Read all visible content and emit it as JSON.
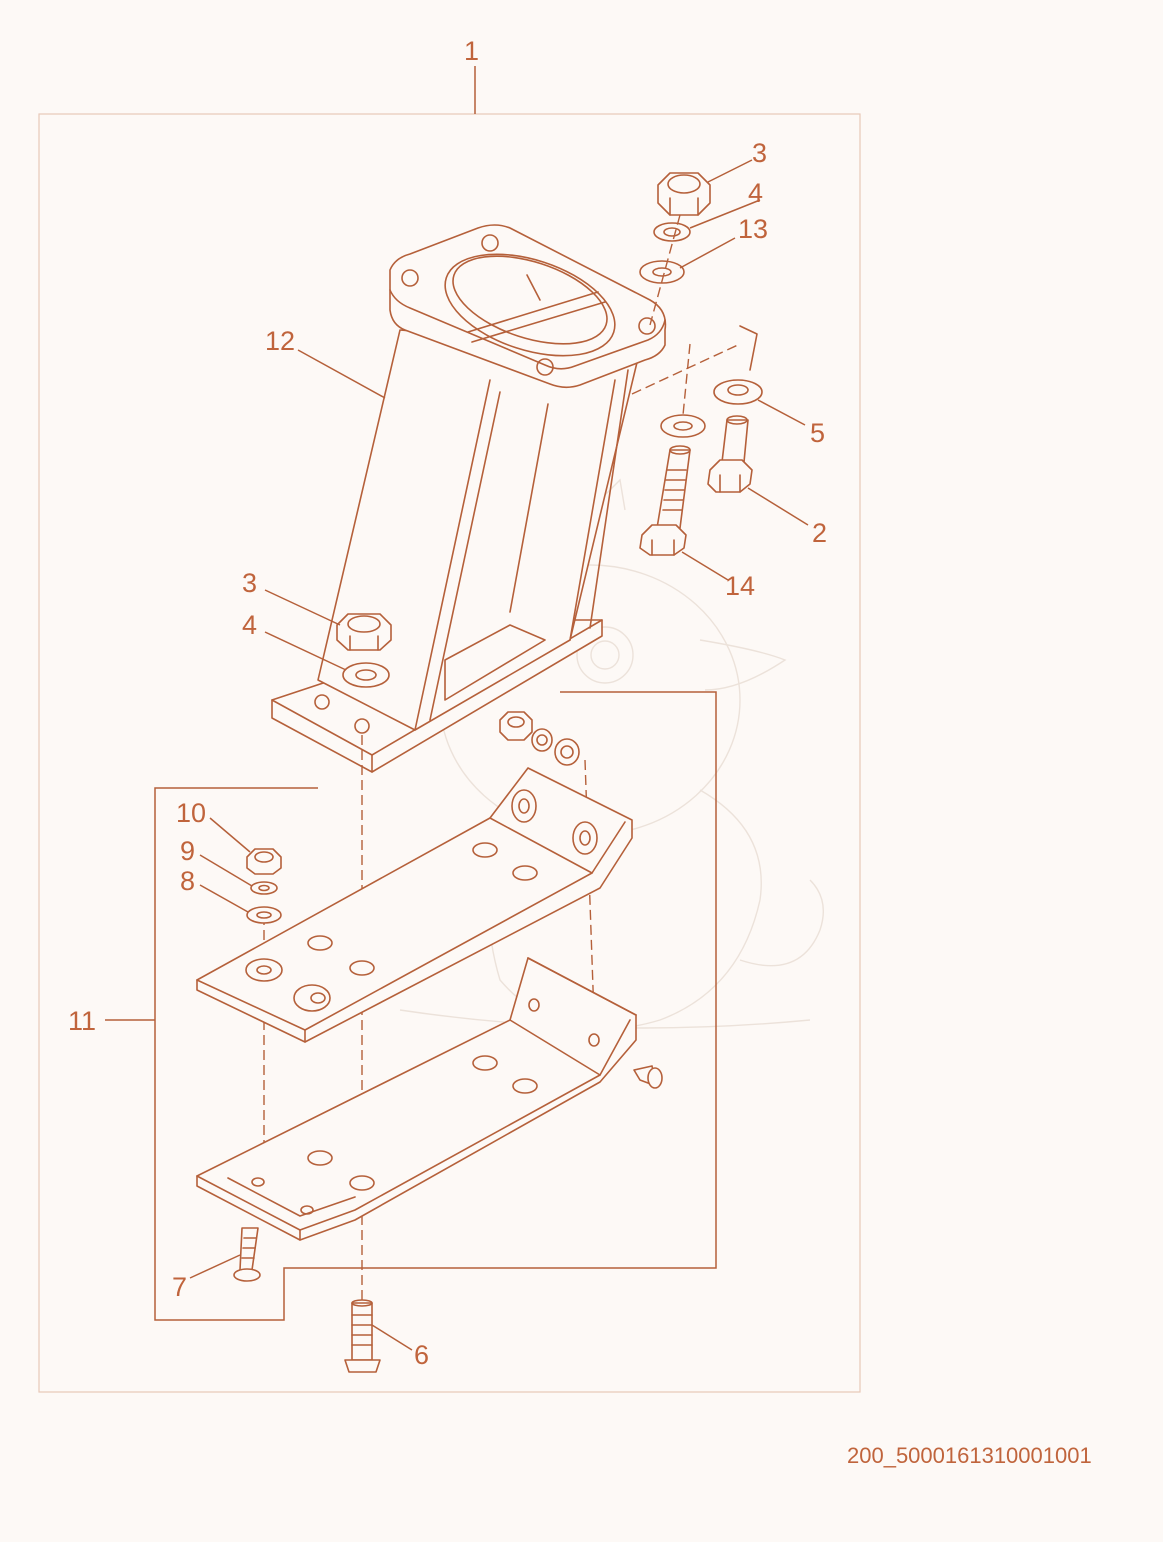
{
  "diagram": {
    "callouts": {
      "c1": "1",
      "c3a": "3",
      "c4a": "4",
      "c13": "13",
      "c5": "5",
      "c2": "2",
      "c14": "14",
      "c12": "12",
      "c3b": "3",
      "c4b": "4",
      "c10": "10",
      "c9": "9",
      "c8": "8",
      "c11": "11",
      "c7": "7",
      "c6": "6"
    },
    "drawing_code": "200_5000161310001001"
  },
  "colors": {
    "line": "#b5603a",
    "label": "#c0643c",
    "frame": "#e8c8b8",
    "background": "#fdf9f6"
  }
}
